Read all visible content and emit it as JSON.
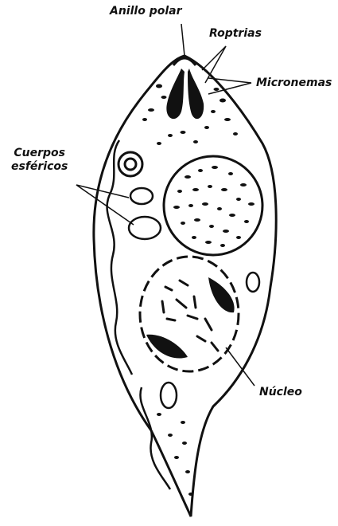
{
  "labels": {
    "anillo_polar": "Anillo polar",
    "roptrias": "Roptrias",
    "micronemas": "Micronemas",
    "cuerpos_line1": "Cuerpos",
    "cuerpos_line2": "esféricos",
    "nucleo": "Núcleo"
  },
  "colors": {
    "ink": "#111111",
    "background": "#ffffff"
  }
}
